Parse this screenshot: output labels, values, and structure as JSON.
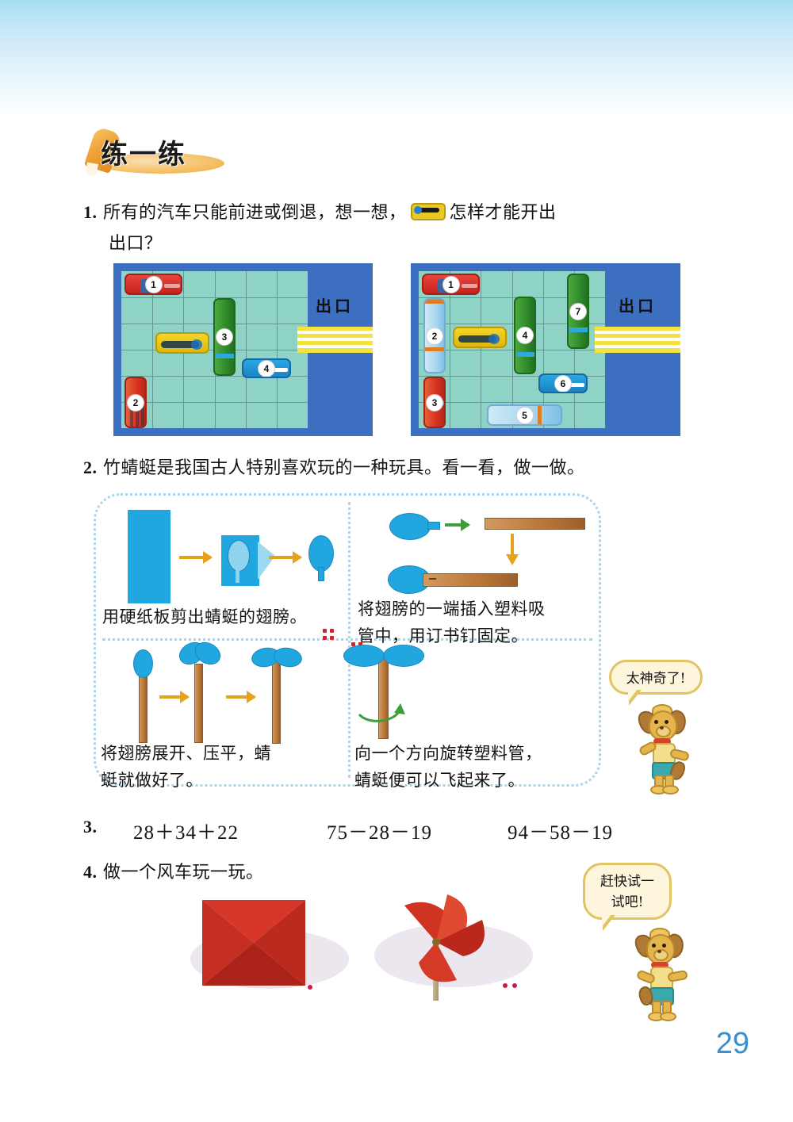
{
  "page": {
    "number": "29",
    "section_title": "练一练"
  },
  "questions": [
    {
      "number": "1.",
      "text_part1": "所有的汽车只能前进或倒退，想一想，",
      "inline_icon": "yellow-car-icon",
      "text_part2": "怎样才能开出",
      "text_line2": "出口？"
    },
    {
      "number": "2.",
      "text": "竹蜻蜓是我国古人特别喜欢玩的一种玩具。看一看，做一做。"
    },
    {
      "number": "3.",
      "expressions": [
        "28＋34＋22",
        "75－28－19",
        "94－58－19"
      ]
    },
    {
      "number": "4.",
      "text": "做一个风车玩一玩。"
    }
  ],
  "puzzles": [
    {
      "name": "puzzle-left",
      "exit_label": "出口",
      "cars": [
        {
          "id": "1",
          "color": "red",
          "orientation": "horizontal"
        },
        {
          "id": "2",
          "color": "orangered",
          "orientation": "vertical"
        },
        {
          "id": "3",
          "color": "green",
          "orientation": "vertical"
        },
        {
          "id": "4",
          "color": "blue",
          "orientation": "horizontal"
        }
      ],
      "target_car": {
        "color": "yellow",
        "orientation": "horizontal"
      }
    },
    {
      "name": "puzzle-right",
      "exit_label": "出口",
      "cars": [
        {
          "id": "1",
          "color": "red",
          "orientation": "horizontal"
        },
        {
          "id": "2",
          "color": "lblue",
          "orientation": "vertical"
        },
        {
          "id": "3",
          "color": "orangered",
          "orientation": "vertical"
        },
        {
          "id": "4",
          "color": "green",
          "orientation": "vertical"
        },
        {
          "id": "5",
          "color": "lblue",
          "orientation": "horizontal"
        },
        {
          "id": "6",
          "color": "blue",
          "orientation": "horizontal"
        },
        {
          "id": "7",
          "color": "green",
          "orientation": "vertical"
        }
      ],
      "target_car": {
        "color": "yellow",
        "orientation": "horizontal"
      }
    }
  ],
  "craft": {
    "panels": [
      {
        "name": "craft-step-1",
        "caption": "用硬纸板剪出蜻蜓的翅膀。"
      },
      {
        "name": "craft-step-2",
        "caption_line1": "将翅膀的一端插入塑料吸",
        "caption_line2": "管中，用订书钉固定。"
      },
      {
        "name": "craft-step-3",
        "caption_line1": "将翅膀展开、压平，蜻",
        "caption_line2": "蜓就做好了。"
      },
      {
        "name": "craft-step-4",
        "caption_line1": "向一个方向旋转塑料管，",
        "caption_line2": "蜻蜓便可以飞起来了。"
      }
    ]
  },
  "mascots": [
    {
      "name": "mascot-top",
      "bubble_line1": "太神奇了!",
      "bubble_line2": ""
    },
    {
      "name": "mascot-bottom",
      "bubble_line1": "赶快试一",
      "bubble_line2": "试吧!"
    }
  ],
  "colors": {
    "sky": "#a8ddf2",
    "page_number": "#3a8fcf",
    "puzzle_frame": "#3d6fc0",
    "puzzle_floor": "#8fd2c6",
    "road": "#f2e43a",
    "bubble_fill": "#fdf6dd",
    "bubble_border": "#e3c463",
    "arrow_orange": "#e8a11a",
    "arrow_green": "#3d9e3a",
    "craft_blue": "#22a6e0",
    "straw_brown": "#b87638",
    "pinwheel_red": "#c8281a"
  }
}
